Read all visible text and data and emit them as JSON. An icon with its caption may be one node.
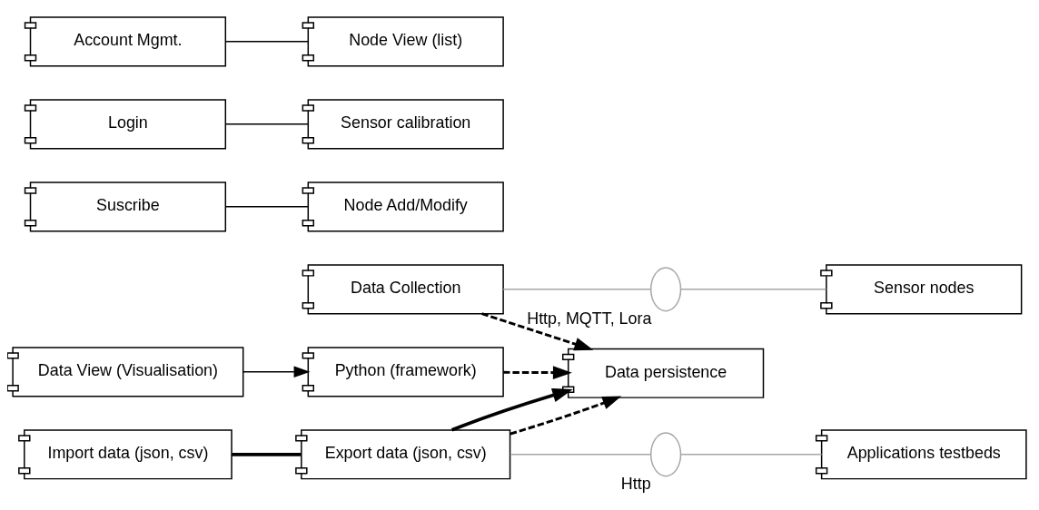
{
  "diagram": {
    "nodes": [
      {
        "text": [
          "Python (framework)"
        ]
      },
      {
        "text": [
          "Suscribe"
        ]
      },
      {
        "text": [
          "Node Add/Modify"
        ]
      },
      {
        "text": [
          "Login"
        ]
      },
      {
        "text": [
          "Sensor calibration"
        ]
      },
      {
        "text": [
          "Account Mgmt."
        ]
      },
      {
        "text": [
          "Node View (list)"
        ]
      },
      {
        "text": [
          "Data View (Visualisation)"
        ]
      },
      {
        "text": [
          "Data Collection"
        ]
      },
      {
        "text": [
          "Sensor nodes"
        ]
      },
      {
        "text": [
          "Data persistence"
        ]
      },
      {
        "text": [
          "Export data (json, csv)"
        ]
      },
      {
        "text": [
          "Applications testbeds"
        ]
      },
      {
        "text": [
          "Import data (json, csv)"
        ]
      },
      {
        "text": [],
        "shape": "circle",
        "beside": [
          "Http, MQTT, Lora"
        ]
      },
      {
        "text": [],
        "shape": "circle",
        "beside": [
          "Http"
        ]
      }
    ],
    "edges": [
      {
        "from": 1,
        "to": 2,
        "arrow": "none"
      },
      {
        "from": 3,
        "to": 4,
        "arrow": "none"
      },
      {
        "from": 5,
        "to": 6,
        "arrow": "none"
      },
      {
        "from": 7,
        "to": 0,
        "arrow": "to"
      },
      {
        "from": 0,
        "to": 10,
        "arrow": "to",
        "style": "dashed"
      },
      {
        "from": 8,
        "to": 10,
        "arrow": "to",
        "style": "dashed"
      },
      {
        "from": 11,
        "to": 10,
        "arrow": "to",
        "style": "dashed"
      },
      {
        "from": 11,
        "to": 10,
        "arrow": "to",
        "style": "thick"
      },
      {
        "from": 13,
        "to": 11,
        "arrow": "none",
        "style": "thick"
      },
      {
        "from": 8,
        "to": 14,
        "arrow": "none",
        "color": "#a6a6a6"
      },
      {
        "from": 14,
        "to": 9,
        "arrow": "none",
        "color": "#a6a6a6"
      },
      {
        "from": 11,
        "to": 15,
        "arrow": "none",
        "color": "#a6a6a6"
      },
      {
        "from": 15,
        "to": 12,
        "arrow": "none",
        "color": "#a6a6a6"
      }
    ]
  }
}
